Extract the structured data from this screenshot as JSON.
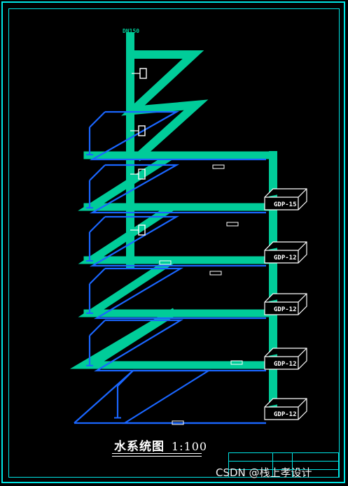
{
  "drawing": {
    "title": "水系统图",
    "scale": "1:100",
    "watermark": "CSDN @栈上孝设计"
  },
  "riser": {
    "top_label": "DN150"
  },
  "floors": [
    {
      "unit_label": "GDP-15"
    },
    {
      "unit_label": "GDP-12"
    },
    {
      "unit_label": "GDP-12"
    },
    {
      "unit_label": "GDP-12"
    },
    {
      "unit_label": "GDP-12"
    }
  ],
  "colors": {
    "background": "#000000",
    "frame": "#00e5e5",
    "main_pipe": "#00cc99",
    "branch_pipe": "#1a66ff",
    "equipment": "#ffffff"
  }
}
